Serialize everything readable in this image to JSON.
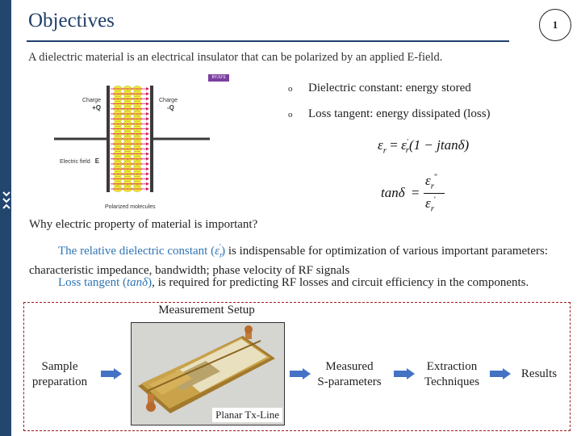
{
  "slide": {
    "title": "Objectives",
    "page_number": "1",
    "intro": "A dielectric material is an electrical insulator that can be polarized by an applied E-field."
  },
  "figure": {
    "charge_left_label": "Charge",
    "charge_left_value": "+Q",
    "charge_right_label": "Charge",
    "charge_right_value": "-Q",
    "field_label": "Electric field",
    "field_symbol": "E",
    "molecules_label": "Polarized molecules",
    "watermark": "BYJU'S",
    "molecule_sign": "+",
    "molecule_color": "#f2ea3a",
    "field_line_color": "#d81b60",
    "plate_color": "#3a3a3a"
  },
  "bullets": [
    {
      "marker": "o",
      "text": "Dielectric constant: energy stored"
    },
    {
      "marker": "o",
      "text": "Loss tangent: energy dissipated (loss)"
    }
  ],
  "equations": {
    "eq1_lhs": "ε",
    "eq1_lhs_sub": "r",
    "eq1_eq": "=",
    "eq1_rhs_eps": "ε",
    "eq1_rhs_sub": "r",
    "eq1_rhs_sup": "'",
    "eq1_paren": "(1 − jtanδ)",
    "eq2_lhs": "tanδ",
    "eq2_eq": "=",
    "eq2_num": "ε",
    "eq2_num_sub": "r",
    "eq2_num_sup": "\"",
    "eq2_den": "ε",
    "eq2_den_sub": "r",
    "eq2_den_sup": "'"
  },
  "question": "Why electric property of material is important?",
  "para1": {
    "highlight_prefix": "The relative dielectric constant (",
    "symbol": "ε",
    "symbol_sub": "r",
    "symbol_sup": "′",
    "highlight_suffix": ")",
    "rest": " is indispensable for optimization of various important parameters: characteristic impedance, bandwidth; phase velocity of RF signals"
  },
  "para2": {
    "highlight_prefix": "Loss tangent (",
    "symbol": "tanδ",
    "highlight_suffix": ")",
    "rest": ", is required for predicting RF losses and circuit efficiency in the components."
  },
  "setup": {
    "heading": "Measurement Setup",
    "photo_label": "Planar Tx-Line",
    "step1_line1": "Sample",
    "step1_line2": "preparation",
    "step2_line1": "Measured",
    "step2_line2": "S-parameters",
    "step3_line1": "Extraction",
    "step3_line2": "Techniques",
    "step4": "Results",
    "arrow_color": "#4472c4",
    "border_color": "#9b1c1c"
  },
  "colors": {
    "accent": "#1f3f6b",
    "link_blue": "#2e74b5"
  }
}
